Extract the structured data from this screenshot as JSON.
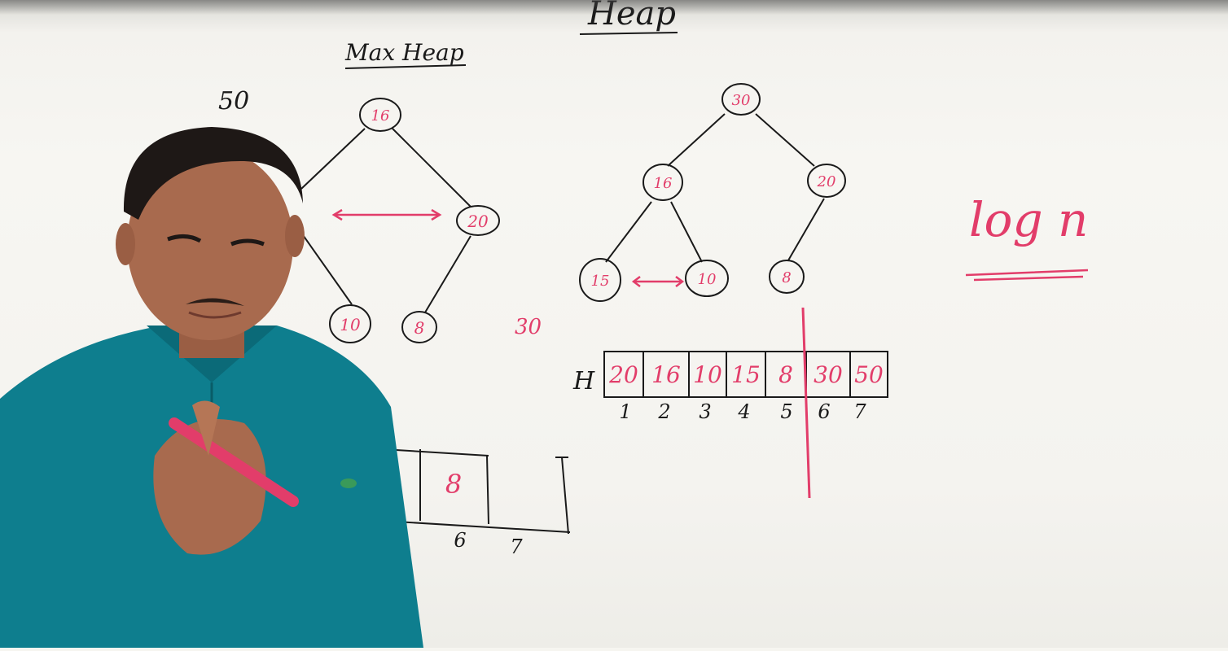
{
  "board": {
    "title": "Heap",
    "subtitle": "Max Heap",
    "left_note": "50",
    "middle_note": "30",
    "complexity": "log n"
  },
  "left_tree": {
    "nodes": [
      "16",
      "20",
      "10",
      "8"
    ]
  },
  "right_tree": {
    "nodes": [
      "30",
      "16",
      "20",
      "15",
      "10",
      "8"
    ]
  },
  "array": {
    "label": "H",
    "values": [
      "20",
      "16",
      "10",
      "15",
      "8",
      "30",
      "50"
    ],
    "indices": [
      "1",
      "2",
      "3",
      "4",
      "5",
      "6",
      "7"
    ]
  },
  "lower_array": {
    "cell_value": "8",
    "indices": [
      "6",
      "7"
    ]
  },
  "colors": {
    "black_ink": "#1a1a1a",
    "red_ink": "#e23d6a",
    "shirt": "#0e7e8e",
    "skin": "#a86a4e"
  }
}
